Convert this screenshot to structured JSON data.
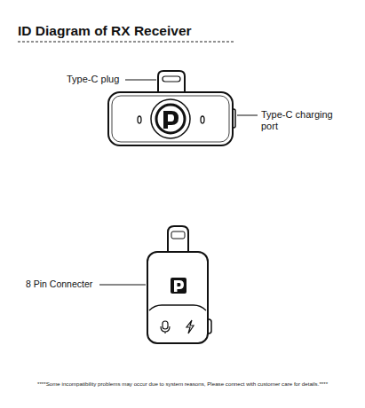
{
  "diagram": {
    "title": "ID Diagram of RX Receiver",
    "labels": [
      "Type-C plug",
      "Type-C charging port",
      "8 Pin Connecter",
      "****Some incompatibility problems may occur due to system reasons, Please connect with customer care for details.****"
    ]
  }
}
